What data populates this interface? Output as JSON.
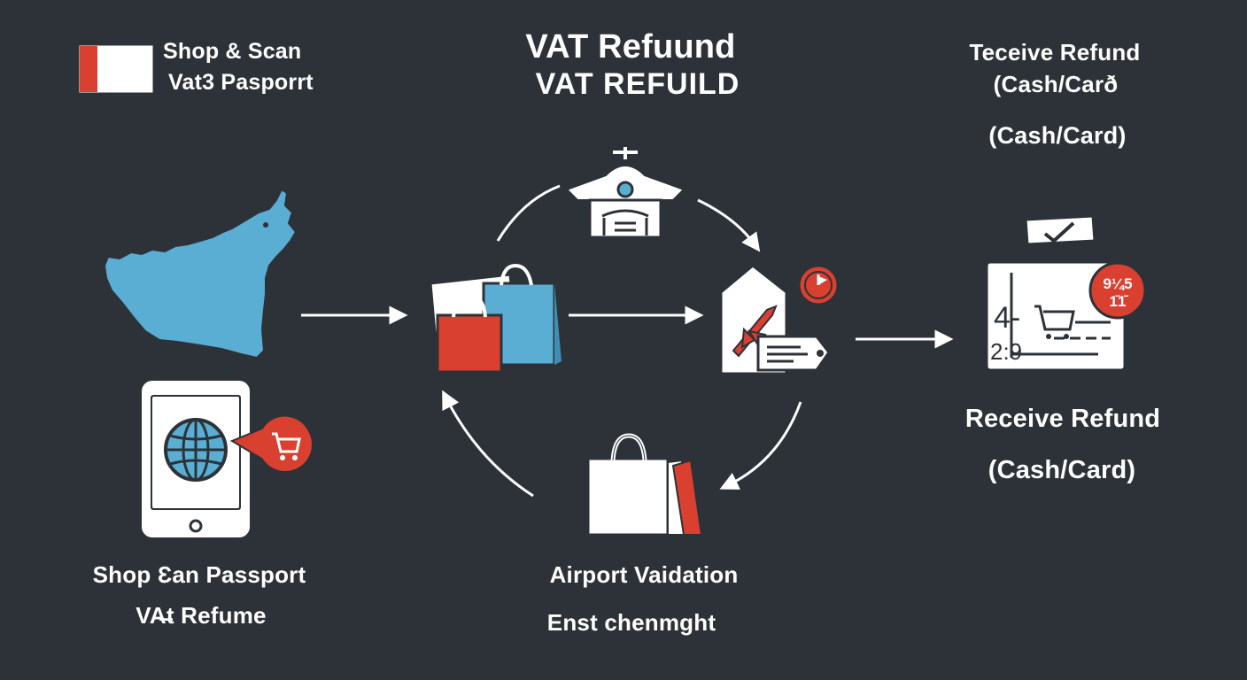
{
  "title": {
    "line1": "VAT Refuund",
    "line2": "VAT REFUILD"
  },
  "top_left": {
    "line1": "Shop & Scan",
    "line2": "Vat3 Pasporrt"
  },
  "top_right": {
    "line1": "Teceive Refund",
    "line2": "(Cash/Carð",
    "line3": "(Cash/Card)"
  },
  "bottom_left": {
    "line1": "Shop Ɛan Passport",
    "line2": "VA̶t Refume"
  },
  "bottom_center": {
    "line1": "Airport Vaidation",
    "line2": "Enst chenmght"
  },
  "right_mid": {
    "line1": "Receive Refund",
    "line2": "(Cash/Card)"
  },
  "receipt": {
    "num_a": "4-",
    "num_b": "2:9",
    "badge_top": "9¼5",
    "badge_bottom": "1̄1̄"
  },
  "colors": {
    "background": "#2d3238",
    "accent_red": "#d9402f",
    "accent_blue": "#5aaed3",
    "white": "#ffffff",
    "ink": "#2d3238"
  },
  "icons": {
    "flag": "uae-flag-icon",
    "map": "uae-map-icon",
    "tablet": "tablet-globe-icon",
    "cart_bubble": "cart-bubble-icon",
    "bags": "shopping-bags-icon",
    "airport": "airport-plane-icon",
    "ticket": "boarding-tag-icon",
    "clock": "clock-icon",
    "bag_single": "shopping-bag-icon",
    "receipt": "receipt-icon",
    "check": "check-ticket-icon"
  }
}
